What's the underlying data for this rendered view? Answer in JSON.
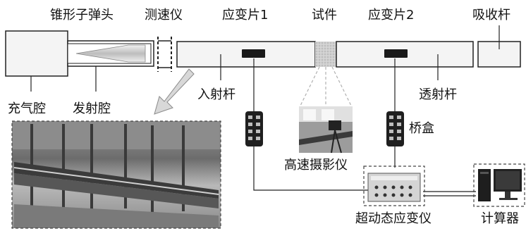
{
  "labels": {
    "projectile": "锥形子弹头",
    "velocimeter": "测速仪",
    "strain_gauge_1": "应变片1",
    "specimen": "试件",
    "strain_gauge_2": "应变片2",
    "absorber_bar": "吸收杆",
    "gas_chamber": "充气腔",
    "launch_chamber": "发射腔",
    "incident_bar": "入射杆",
    "transmission_bar": "透射杆",
    "bridge_box": "桥盒",
    "high_speed_camera": "高速摄影仪",
    "dynamic_strain_meter": "超动态应变仪",
    "computer": "计算器"
  },
  "colors": {
    "stroke": "#222222",
    "bar_fill": "#f4f4f4",
    "gauge": "#1a1a1a",
    "dashed_link": "#aaaaaa",
    "arrow_fill": "#d8d8d8"
  },
  "icons": {
    "photo": "photo-icon",
    "camera": "camera-icon",
    "computer": "computer-icon",
    "strain_meter": "strain-meter-icon",
    "bridge_box": "bridge-box-icon"
  }
}
